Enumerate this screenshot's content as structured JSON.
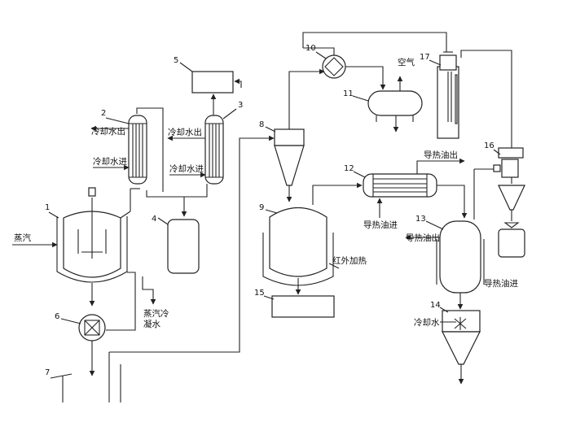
{
  "numbers": {
    "n1": "1",
    "n2": "2",
    "n3": "3",
    "n4": "4",
    "n5": "5",
    "n6": "6",
    "n7": "7",
    "n8": "8",
    "n9": "9",
    "n10": "10",
    "n11": "11",
    "n12": "12",
    "n13": "13",
    "n14": "14",
    "n15": "15",
    "n16": "16",
    "n17": "17"
  },
  "labels": {
    "steam": "蒸汽",
    "cw_out_2": "冷却水出",
    "cw_in_2": "冷却水进",
    "cw_out_3": "冷却水出",
    "cw_in_3": "冷却水进",
    "steam_condensate_line1": "蒸汽冷",
    "steam_condensate_line2": "凝水",
    "air": "空气",
    "oil_out_12": "导热油出",
    "oil_in_12": "导热油进",
    "ir_heating": "红外加热",
    "oil_out_13": "导热油出",
    "oil_in_13": "导热油进",
    "cw_14": "冷却水"
  }
}
